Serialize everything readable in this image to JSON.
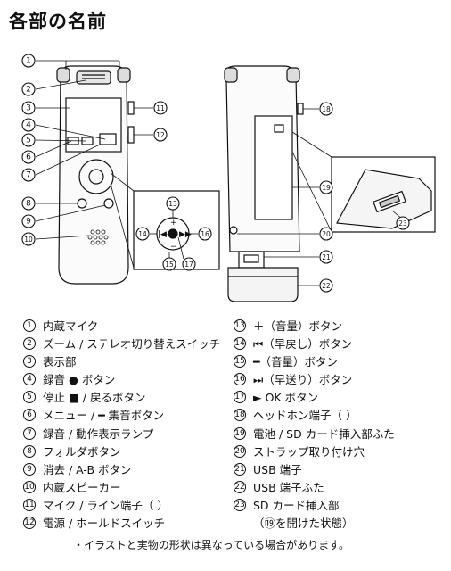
{
  "title": "各部の名前",
  "legend_left": [
    {
      "num": "1",
      "label": "内蔵マイク"
    },
    {
      "num": "2",
      "label": "ズーム / ステレオ切り替えスイッチ"
    },
    {
      "num": "3",
      "label": "表示部"
    },
    {
      "num": "4",
      "label": "録音 ● ボタン"
    },
    {
      "num": "5",
      "label": "停止 ■ / 戻るボタン"
    },
    {
      "num": "6",
      "label": "メニュー / ━ 集音ボタン"
    },
    {
      "num": "7",
      "label": "録音 / 動作表示ランプ"
    },
    {
      "num": "8",
      "label": "フォルダボタン"
    },
    {
      "num": "9",
      "label": "消去 / A-B ボタン"
    },
    {
      "num": "10",
      "label": "内蔵スピーカー"
    },
    {
      "num": "11",
      "label": "マイク / ライン端子（ ）"
    },
    {
      "num": "12",
      "label": "電源 / ホールドスイッチ"
    }
  ],
  "legend_right": [
    {
      "num": "13",
      "label": "＋（音量）ボタン"
    },
    {
      "num": "14",
      "label": "⏮（早戻し）ボタン"
    },
    {
      "num": "15",
      "label": "━（音量）ボタン"
    },
    {
      "num": "16",
      "label": "⏭（早送り）ボタン"
    },
    {
      "num": "17",
      "label": "► OK ボタン"
    },
    {
      "num": "18",
      "label": "ヘッドホン端子（ ）"
    },
    {
      "num": "19",
      "label": "電池 / SD カード挿入部ふた"
    },
    {
      "num": "20",
      "label": "ストラップ取り付け穴"
    },
    {
      "num": "21",
      "label": "USB 端子"
    },
    {
      "num": "22",
      "label": "USB 端子ふた"
    },
    {
      "num": "23",
      "label": "SD カード挿入部\n（⑲を開けた状態）"
    }
  ],
  "footnote": "・イラストと実物の形状は異なっている場合があります。"
}
